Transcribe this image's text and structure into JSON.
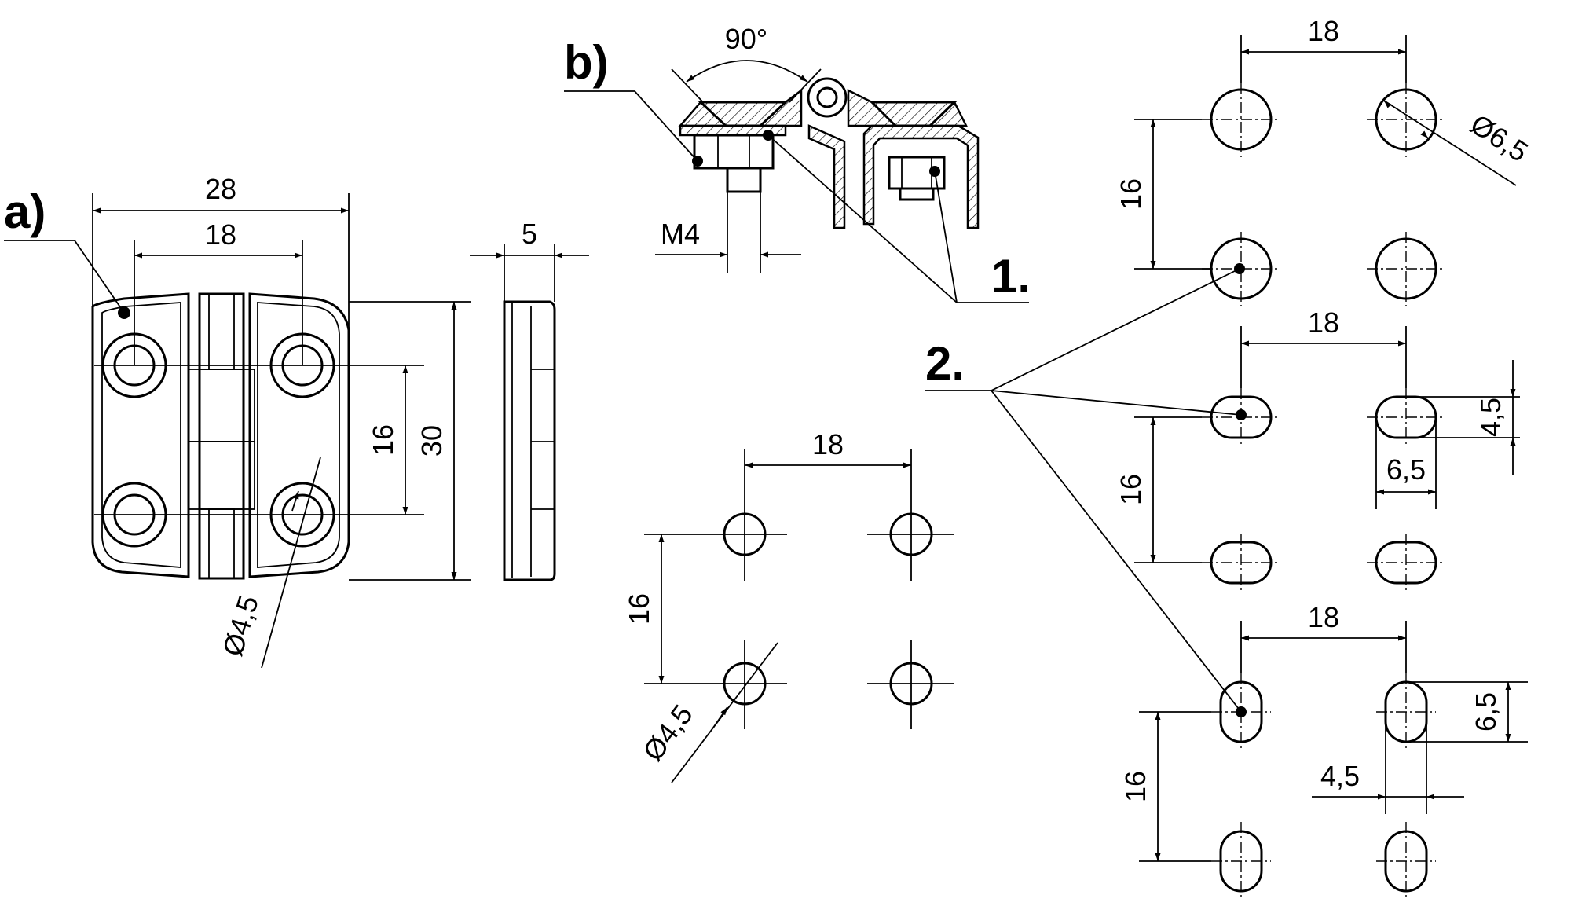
{
  "labels": {
    "a": "a)",
    "b": "b)",
    "one": "1.",
    "two": "2."
  },
  "view_a": {
    "width_outer": "28",
    "hole_spacing_h": "18",
    "thickness": "5",
    "hole_spacing_v": "16",
    "height": "30",
    "hole_dia": "Ø4,5"
  },
  "view_b": {
    "angle": "90°",
    "thread": "M4"
  },
  "pattern_center": {
    "spacing_h": "18",
    "spacing_v": "16",
    "hole_dia": "Ø4,5"
  },
  "pattern_round": {
    "spacing_h": "18",
    "spacing_v": "16",
    "hole_dia": "Ø6,5"
  },
  "pattern_slot_h": {
    "spacing_h": "18",
    "spacing_v": "16",
    "slot_height": "4,5",
    "slot_length": "6,5"
  },
  "pattern_slot_v": {
    "spacing_h": "18",
    "spacing_v": "16",
    "slot_length": "6,5",
    "slot_width": "4,5"
  }
}
